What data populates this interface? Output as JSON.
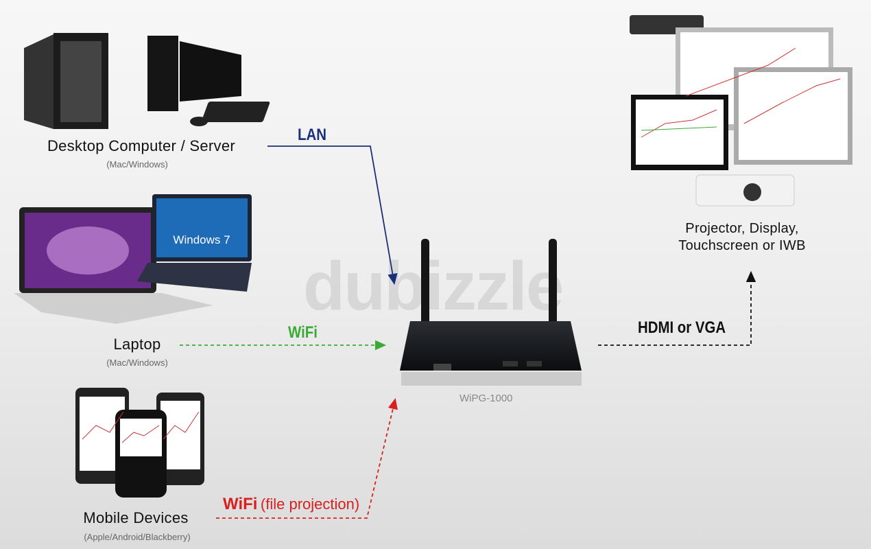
{
  "watermark": "dubizzle",
  "sources": [
    {
      "label": "Desktop Computer / Server",
      "sub": "(Mac/Windows)"
    },
    {
      "label": "Laptop",
      "sub": "(Mac/Windows)"
    },
    {
      "label": "Mobile Devices",
      "sub": "(Apple/Android/Blackberry)"
    }
  ],
  "laptop_screen_text": "Windows 7",
  "connections": {
    "lan": "LAN",
    "wifi": "WiFi",
    "wifi_file": "WiFi",
    "wifi_file_suffix": "(file projection)",
    "hdmi": "HDMI or VGA"
  },
  "device": {
    "name": "WiPG-1000"
  },
  "output": {
    "line1": "Projector, Display,",
    "line2": "Touchscreen or IWB"
  },
  "colors": {
    "lan": "#1a2f7a",
    "wifi": "#3aaa35",
    "wifi_file": "#d9201f",
    "hdmi": "#111111"
  }
}
